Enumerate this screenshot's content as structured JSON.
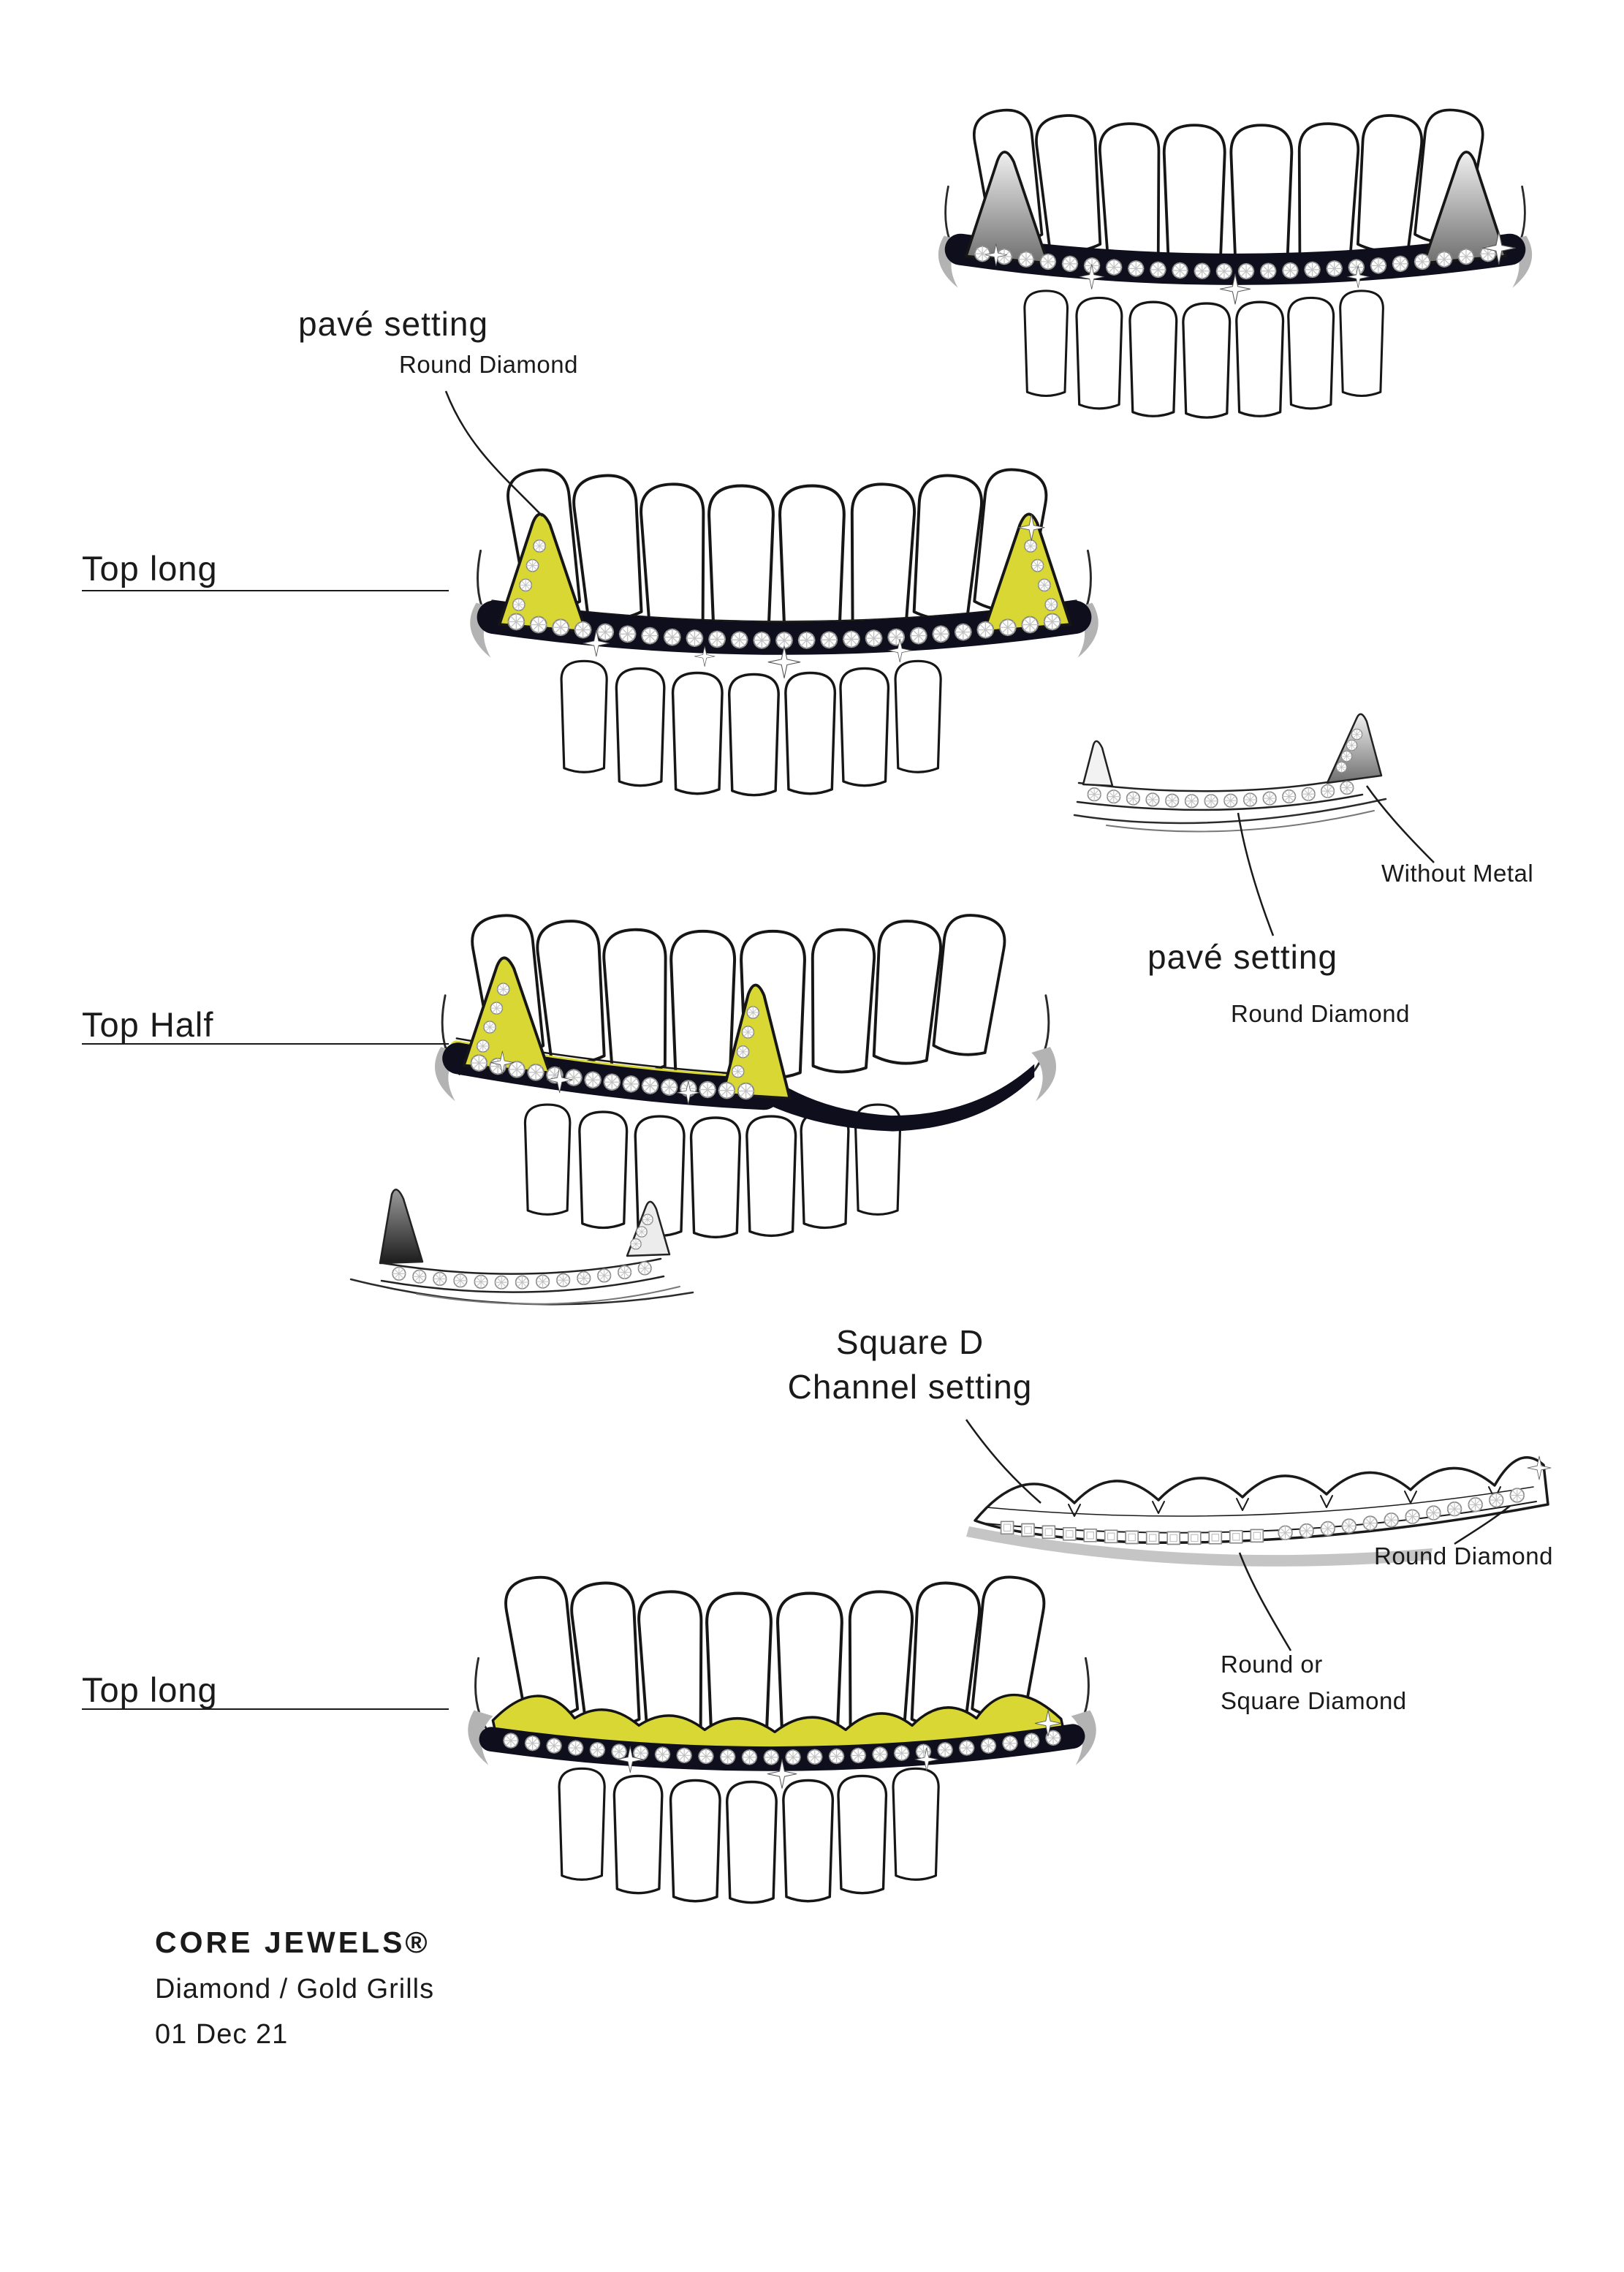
{
  "annotations": {
    "pave_setting_top": "pavé setting",
    "round_diamond_top": "Round Diamond",
    "without_metal": "Without Metal",
    "pave_setting_right": "pavé setting",
    "round_diamond_right": "Round Diamond",
    "square_d": "Square D",
    "channel_setting": "Channel setting",
    "round_diamond_bottom": "Round Diamond",
    "round_or": "Round or",
    "square_diamond": "Square Diamond"
  },
  "row_labels": {
    "top_long_1": "Top long",
    "top_half": "Top Half",
    "top_long_2": "Top long"
  },
  "footer": {
    "brand": "CORE JEWELS®",
    "product": "Diamond / Gold Grills",
    "date": "01 Dec 21"
  },
  "colors": {
    "gold": "#d8d733",
    "ink": "#1a1a1a",
    "grill_dark": "#0e0e1c"
  }
}
